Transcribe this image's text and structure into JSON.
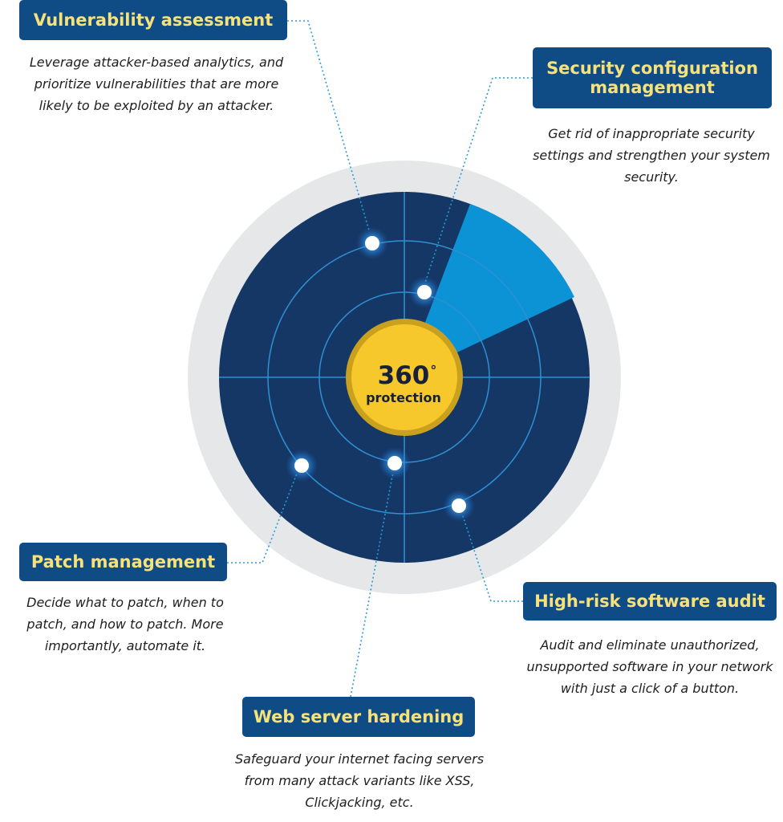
{
  "center": {
    "number": "360",
    "degree": "°",
    "label": "protection"
  },
  "features": [
    {
      "id": "vulnerability-assessment",
      "title": "Vulnerability assessment",
      "description": "Leverage attacker-based analytics, and prioritize vulnerabilities that are more likely to be exploited by an attacker."
    },
    {
      "id": "security-configuration-management",
      "title": "Security configuration management",
      "description": "Get rid of inappropriate security settings and strengthen your system security."
    },
    {
      "id": "patch-management",
      "title": "Patch management",
      "description": "Decide what to patch, when to patch, and how to patch. More importantly, automate it."
    },
    {
      "id": "high-risk-software-audit",
      "title": "High-risk software audit",
      "description": "Audit and eliminate unauthorized, unsupported software in your network with just a click of a button."
    },
    {
      "id": "web-server-hardening",
      "title": "Web server hardening",
      "description": "Safeguard your internet facing servers from many attack variants like XSS, Clickjacking, etc."
    }
  ],
  "colors": {
    "outer_ring": "#e6e7e9",
    "radar": "#153766",
    "radar_lines": "#2f8fd3",
    "sweep": "#0b93d6",
    "center": "#f6c82c",
    "center_ring": "#caa11e",
    "label_box": "#0f4c86",
    "label_text": "#f7e27a",
    "connector": "#2a9bd8"
  }
}
